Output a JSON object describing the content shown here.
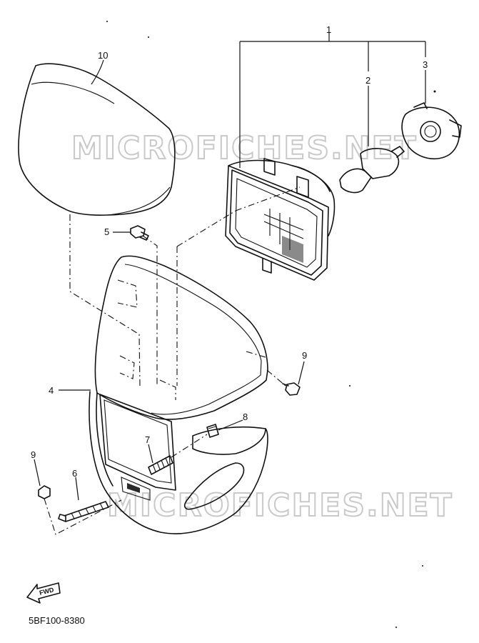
{
  "watermark": {
    "text": "MICROFICHES.NET"
  },
  "callouts": {
    "c1": "1",
    "c2": "2",
    "c3": "3",
    "c4": "4",
    "c5": "5",
    "c6": "6",
    "c7": "7",
    "c8": "8",
    "c9a": "9",
    "c9b": "9",
    "c10": "10"
  },
  "fwd_label": "FWD",
  "part_code": "5BF100-8380"
}
